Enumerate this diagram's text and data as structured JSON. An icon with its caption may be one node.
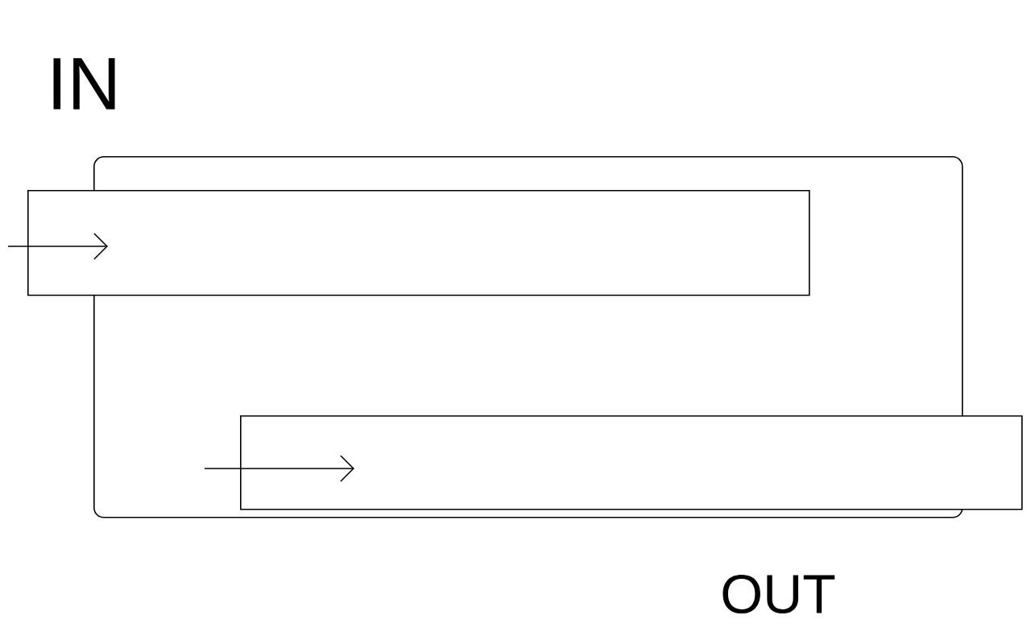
{
  "diagram": {
    "nodes": [
      {
        "text": [],
        "shape": "box"
      },
      {
        "text": [],
        "shape": "box"
      },
      {
        "text": [],
        "shape": "box"
      }
    ],
    "edges": [
      {
        "from": null,
        "to": 1,
        "arrow": "to"
      },
      {
        "from": 0,
        "to": 2,
        "arrow": "to"
      }
    ],
    "labels": [
      "IN",
      "OUT"
    ]
  }
}
